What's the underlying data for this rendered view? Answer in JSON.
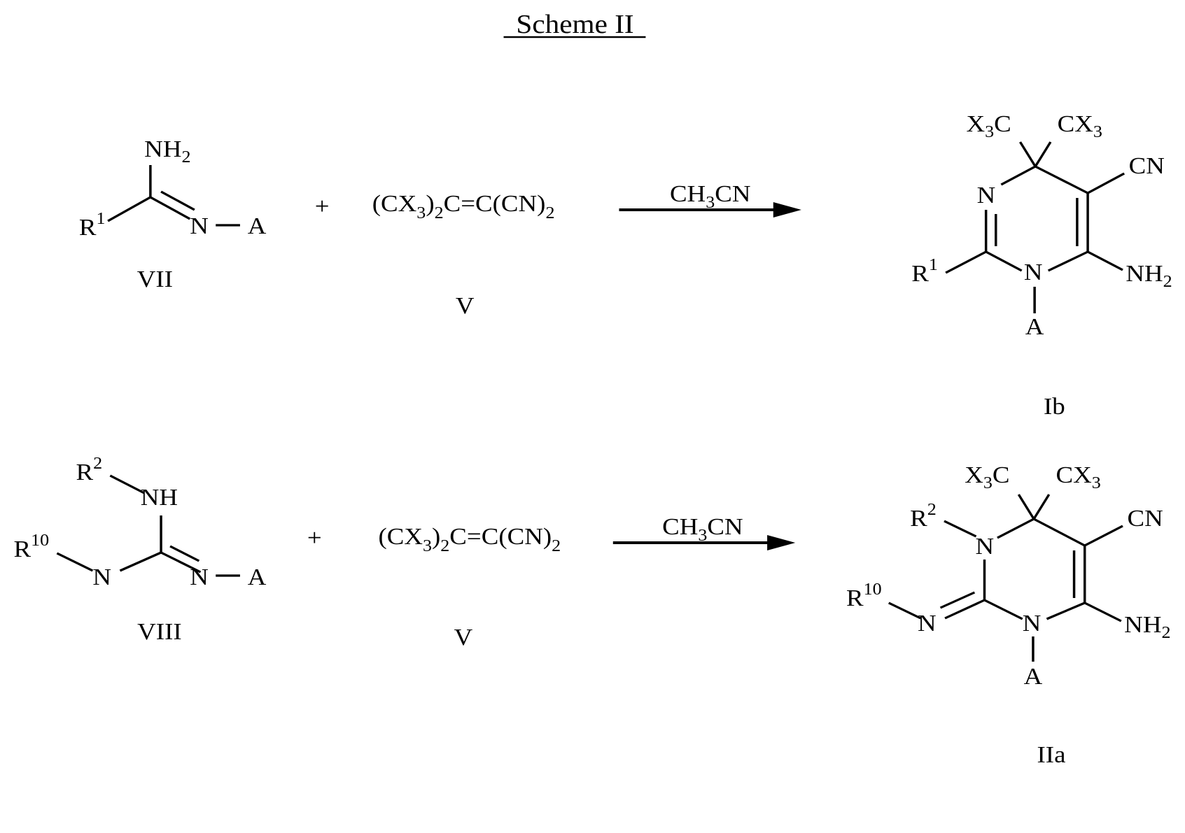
{
  "title": "Scheme II",
  "reagent": {
    "part1": "(CX",
    "sub1": "3",
    "part2": ")",
    "sub2": "2",
    "part3": "C=C(CN)",
    "sub3": "2",
    "label": "V"
  },
  "solvent": {
    "part1": "CH",
    "sub": "3",
    "part2": "CN"
  },
  "plus": "+",
  "reaction1": {
    "reactant": {
      "label": "VII",
      "atoms": {
        "nh2": "NH",
        "nh2_sub": "2",
        "r": "R",
        "r_sup": "1",
        "n": "N",
        "a": "A"
      }
    },
    "product": {
      "label": "Ib",
      "atoms": {
        "x3c": "X",
        "x3c_sub": "3",
        "x3c_c": "C",
        "cx3": "CX",
        "cx3_sub": "3",
        "cn": "CN",
        "n_top": "N",
        "n_bottom": "N",
        "r": "R",
        "r_sup": "1",
        "nh2": "NH",
        "nh2_sub": "2",
        "a": "A"
      }
    }
  },
  "reaction2": {
    "reactant": {
      "label": "VIII",
      "atoms": {
        "r2": "R",
        "r2_sup": "2",
        "nh": "NH",
        "r10": "R",
        "r10_sup": "10",
        "n_left": "N",
        "n_right": "N",
        "a": "A"
      }
    },
    "product": {
      "label": "IIa",
      "atoms": {
        "x3c": "X",
        "x3c_sub": "3",
        "x3c_c": "C",
        "cx3": "CX",
        "cx3_sub": "3",
        "r2": "R",
        "r2_sup": "2",
        "cn": "CN",
        "n_top": "N",
        "n_bottom": "N",
        "n_exo": "N",
        "r10": "R",
        "r10_sup": "10",
        "nh2": "NH",
        "nh2_sub": "2",
        "a": "A"
      }
    }
  }
}
